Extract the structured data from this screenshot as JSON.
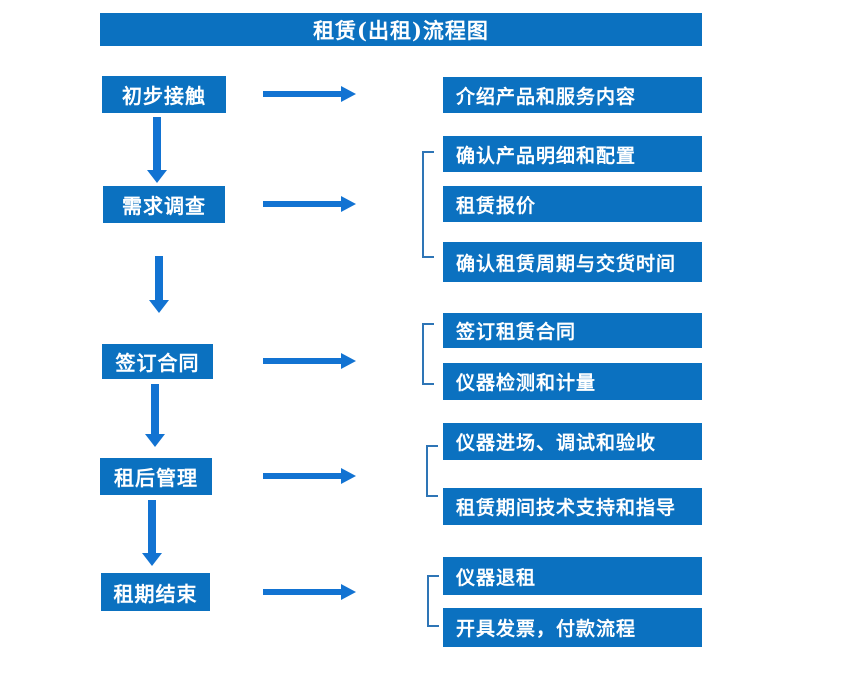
{
  "title": "租赁(出租)流程图",
  "colors": {
    "box_blue": "#0b71c0",
    "arrow_blue": "#1273d2",
    "bracket_blue": "#2e75b6",
    "text_white": "#ffffff"
  },
  "icons": {
    "flow_right": "arrow-right-icon",
    "flow_down": "arrow-down-icon",
    "group": "bracket-icon"
  },
  "stages": [
    {
      "label": "初步接触",
      "details": [
        "介绍产品和服务内容"
      ]
    },
    {
      "label": "需求调查",
      "details": [
        "确认产品明细和配置",
        "租赁报价",
        "确认租赁周期与交货时间"
      ]
    },
    {
      "label": "签订合同",
      "details": [
        "签订租赁合同",
        "仪器检测和计量"
      ]
    },
    {
      "label": "租后管理",
      "details": [
        "仪器进场、调试和验收",
        "租赁期间技术支持和指导"
      ]
    },
    {
      "label": "租期结束",
      "details": [
        "仪器退租",
        "开具发票，付款流程"
      ]
    }
  ]
}
